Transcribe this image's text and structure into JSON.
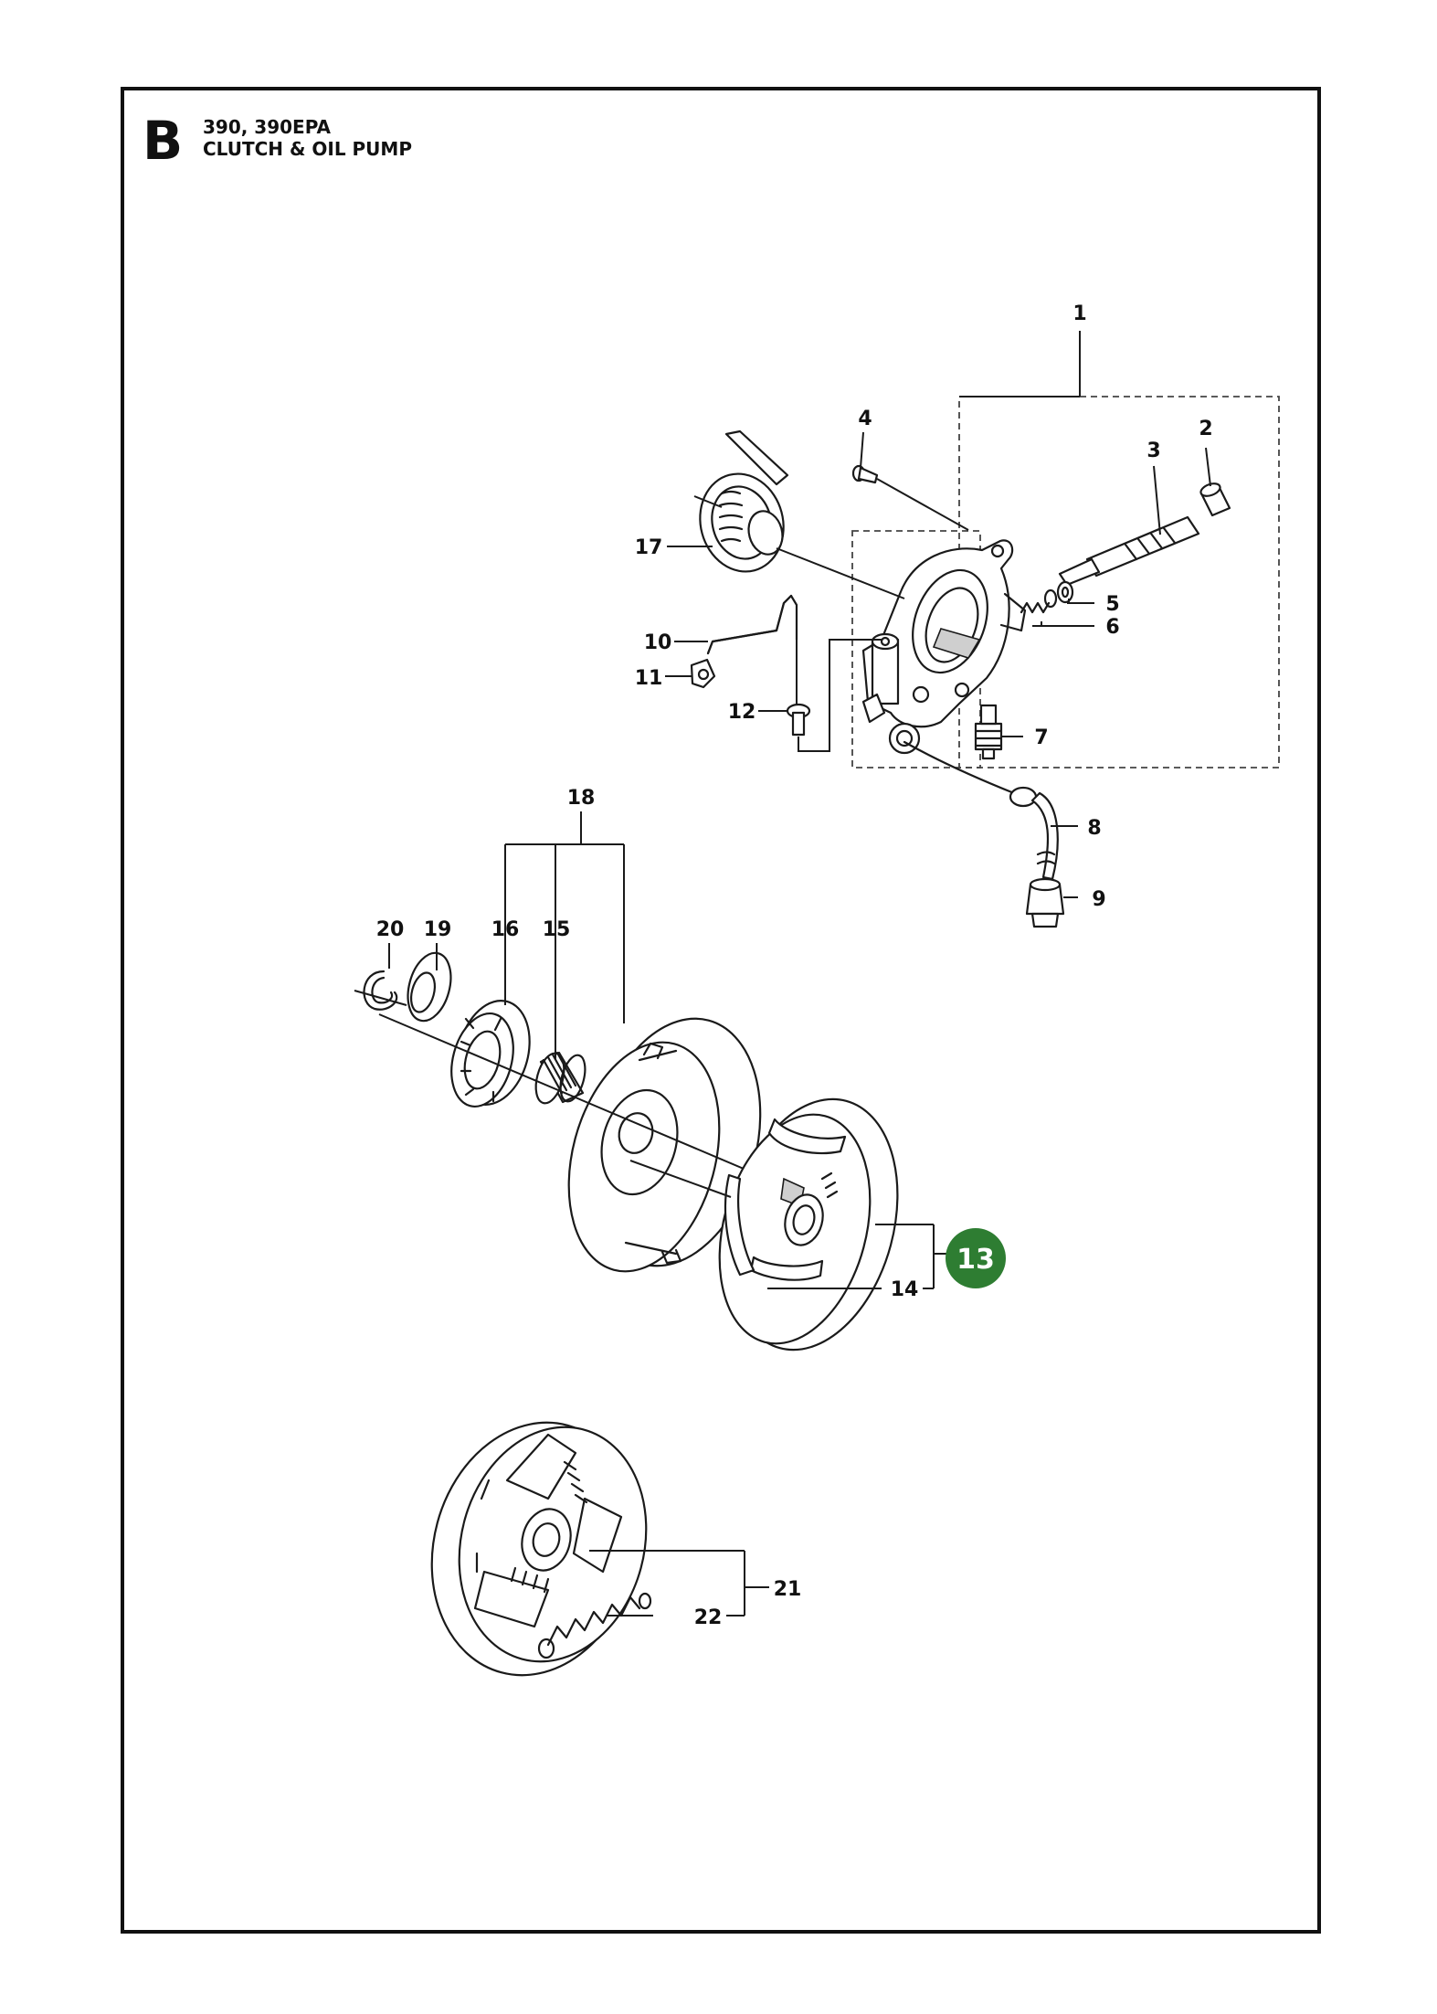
{
  "header": {
    "section_letter": "B",
    "models": "390, 390EPA",
    "title": "CLUTCH & OIL PUMP"
  },
  "callouts": {
    "c1": "1",
    "c2": "2",
    "c3": "3",
    "c4": "4",
    "c5": "5",
    "c6": "6",
    "c7": "7",
    "c8": "8",
    "c9": "9",
    "c10": "10",
    "c11": "11",
    "c12": "12",
    "c14": "14",
    "c15": "15",
    "c16": "16",
    "c17": "17",
    "c18": "18",
    "c19": "19",
    "c20": "20",
    "c21": "21",
    "c22": "22"
  },
  "highlight": {
    "number": "13",
    "color": "#2e7d32"
  }
}
